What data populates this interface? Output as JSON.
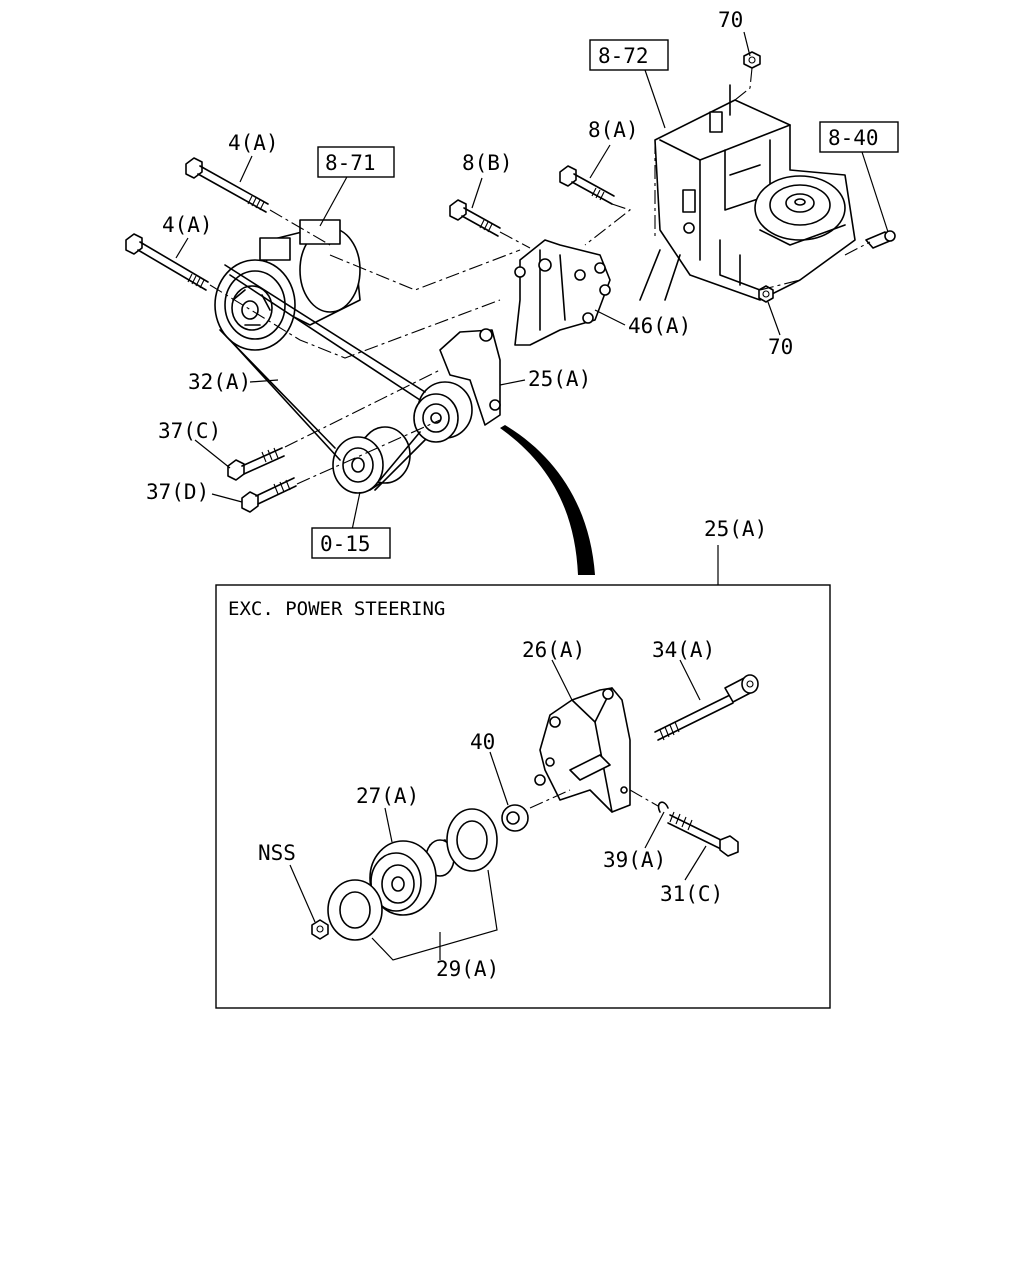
{
  "callouts": {
    "c_70_top": "70",
    "c_8_72": "8-72",
    "c_8_40": "8-40",
    "c_8A": "8(A)",
    "c_4A_top": "4(A)",
    "c_8_71": "8-71",
    "c_8B": "8(B)",
    "c_4A_mid": "4(A)",
    "c_46A": "46(A)",
    "c_70_bot": "70",
    "c_32A": "32(A)",
    "c_25A_top": "25(A)",
    "c_37C": "37(C)",
    "c_37D": "37(D)",
    "c_0_15": "0-15",
    "c_25A_detail": "25(A)"
  },
  "detail": {
    "title": "EXC. POWER STEERING",
    "c_26A": "26(A)",
    "c_34A": "34(A)",
    "c_40": "40",
    "c_27A": "27(A)",
    "c_NSS": "NSS",
    "c_39A": "39(A)",
    "c_31C": "31(C)",
    "c_29A": "29(A)"
  }
}
